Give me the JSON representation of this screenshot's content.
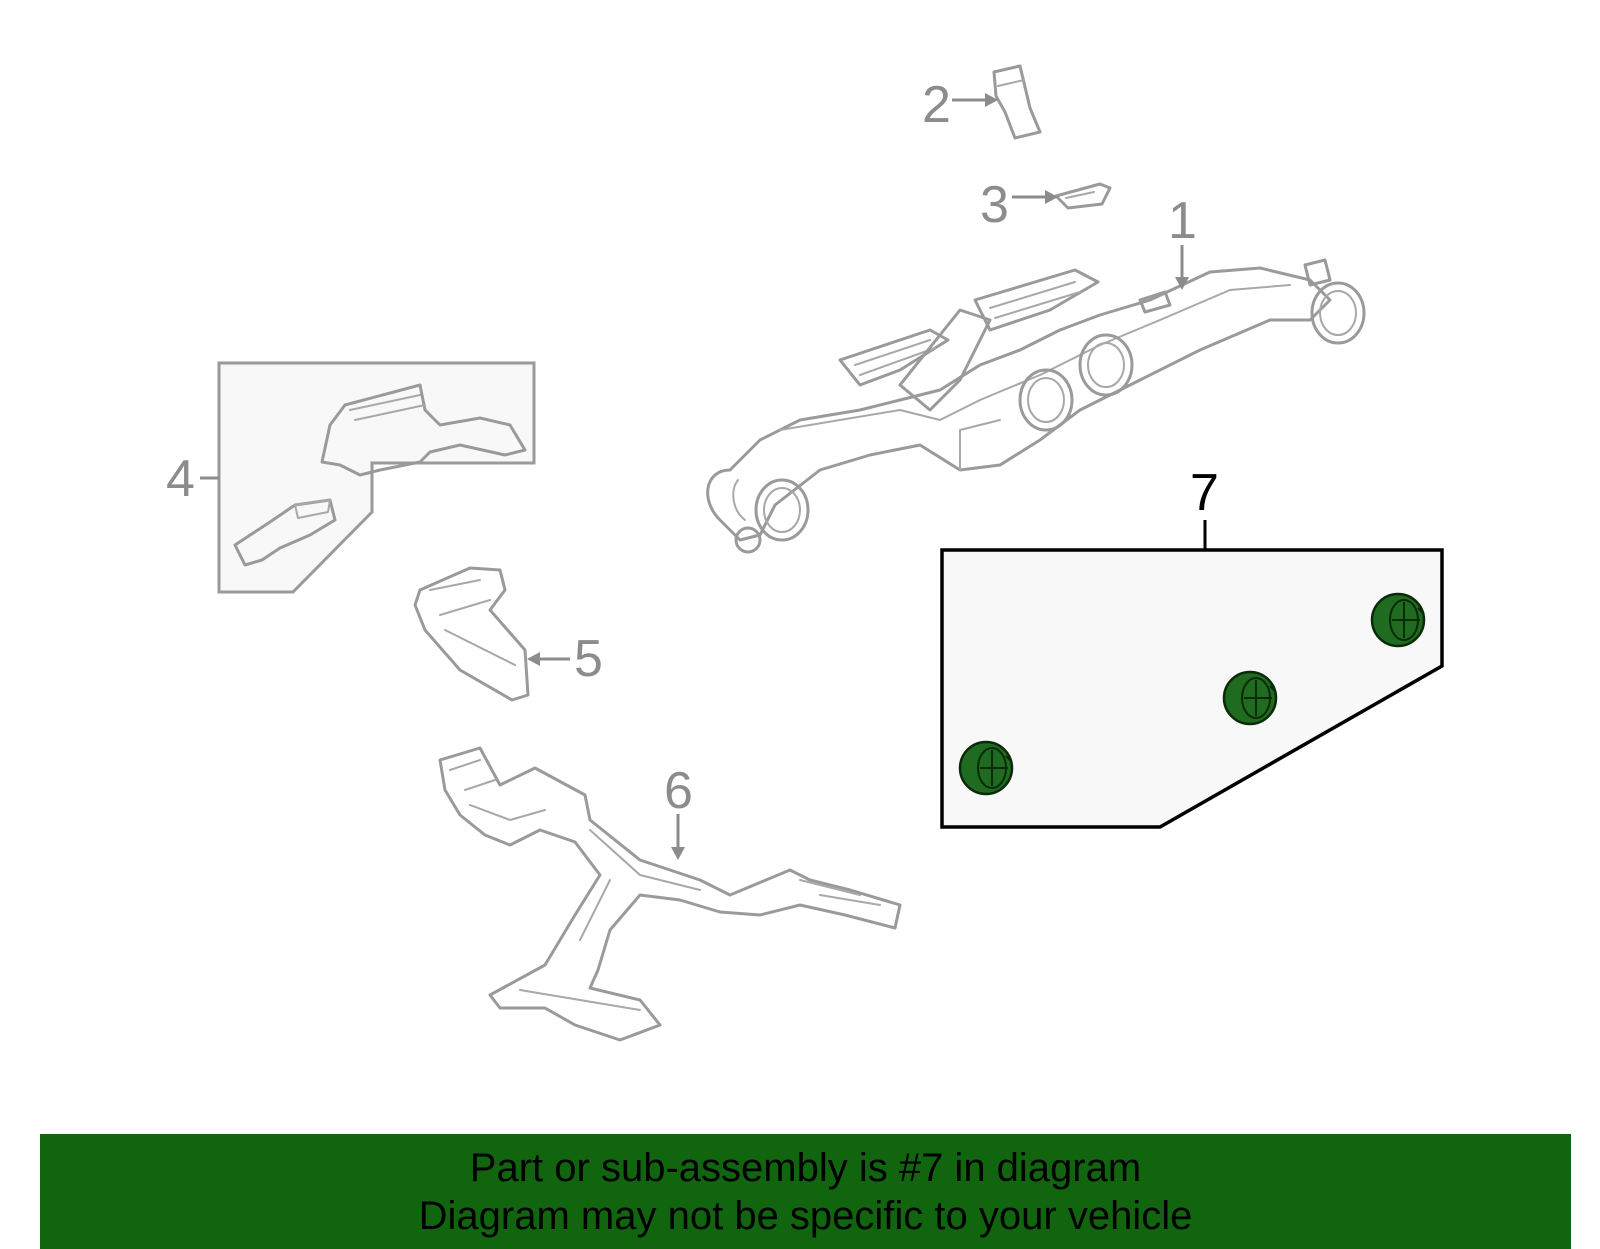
{
  "callouts": {
    "p1": "1",
    "p2": "2",
    "p3": "3",
    "p4": "4",
    "p5": "5",
    "p6": "6",
    "p7": "7"
  },
  "highlight": {
    "part": "7",
    "color": "#11650f"
  },
  "banner": {
    "line1": "Part or sub-assembly is #7 in diagram",
    "line2": "Diagram may not be specific to your vehicle"
  }
}
